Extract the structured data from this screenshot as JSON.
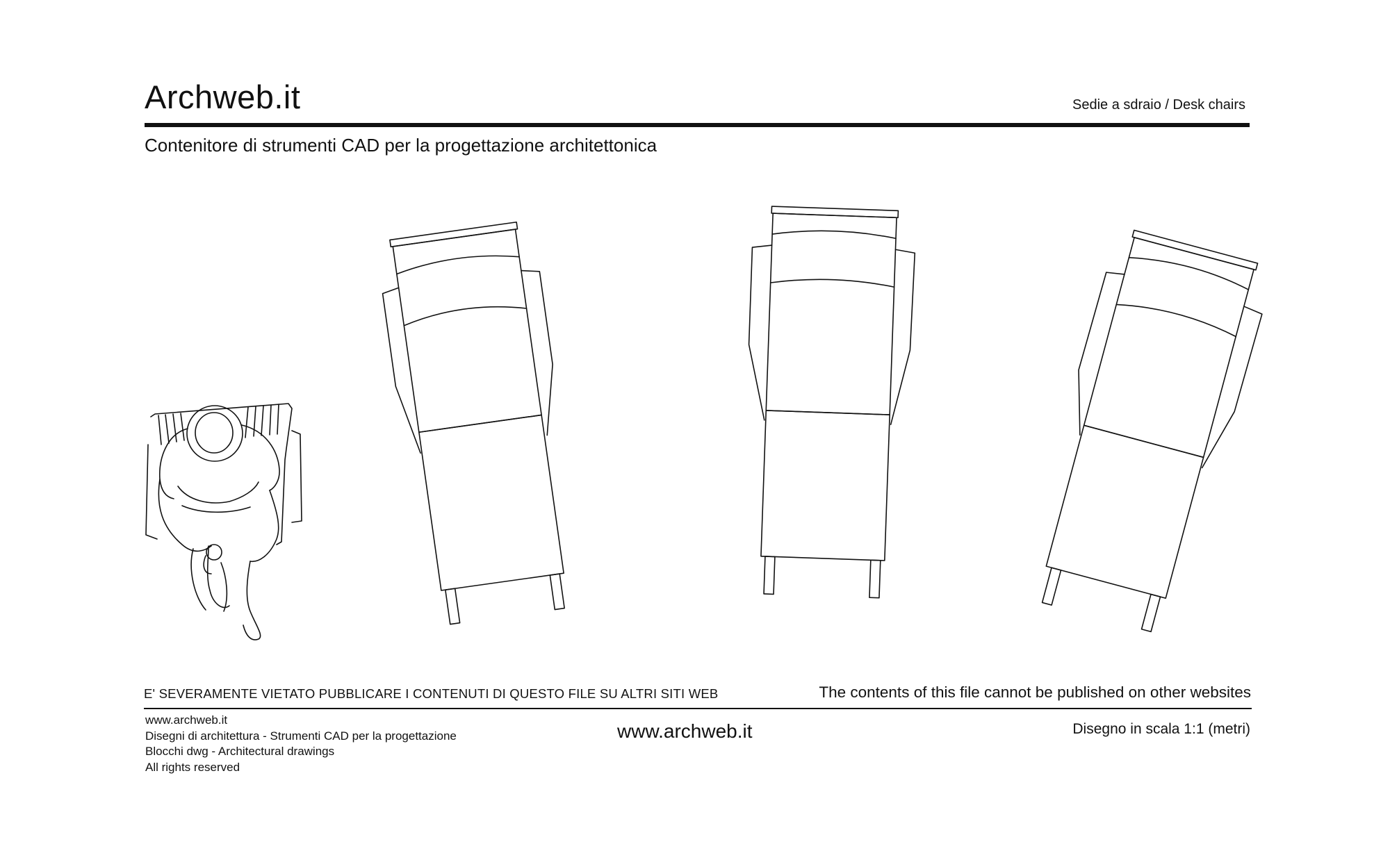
{
  "header": {
    "brand": "Archweb.it",
    "category": "Sedie a sdraio  /  Desk chairs",
    "subtitle": "Contenitore di strumenti CAD per la progettazione architettonica"
  },
  "footer": {
    "notice_it": "E' SEVERAMENTE VIETATO PUBBLICARE I CONTENUTI DI QUESTO FILE SU ALTRI SITI WEB",
    "notice_en": "The contents of this file cannot be published on other websites",
    "credits": [
      "www.archweb.it",
      "Disegni di architettura - Strumenti CAD  per la progettazione",
      "Blocchi dwg - Architectural drawings",
      "All rights reserved"
    ],
    "site": "www.archweb.it",
    "scale": "Disegno in scala 1:1 (metri)"
  },
  "colors": {
    "ink": "#111111",
    "background": "#ffffff"
  }
}
